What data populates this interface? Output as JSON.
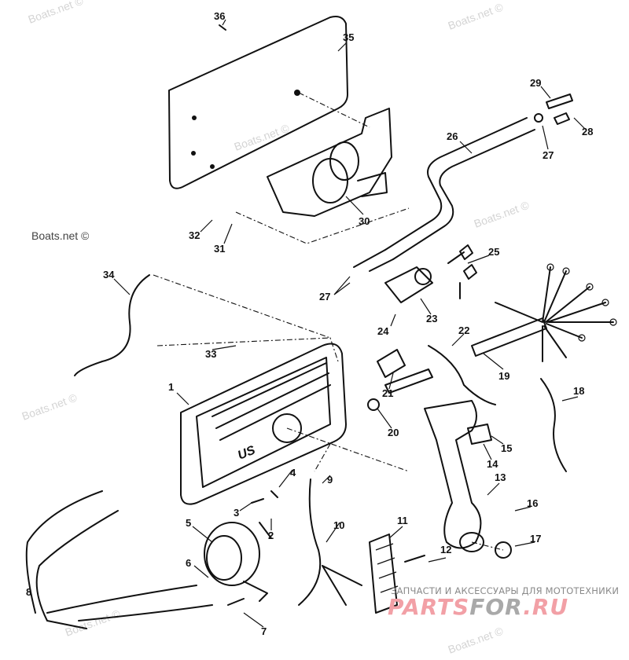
{
  "callouts": [
    {
      "n": "36"
    },
    {
      "n": "35"
    },
    {
      "n": "29"
    },
    {
      "n": "28"
    },
    {
      "n": "26"
    },
    {
      "n": "27"
    },
    {
      "n": "30"
    },
    {
      "n": "32"
    },
    {
      "n": "31"
    },
    {
      "n": "25"
    },
    {
      "n": "34"
    },
    {
      "n": "27"
    },
    {
      "n": "23"
    },
    {
      "n": "24"
    },
    {
      "n": "22"
    },
    {
      "n": "33"
    },
    {
      "n": "19"
    },
    {
      "n": "1"
    },
    {
      "n": "21"
    },
    {
      "n": "18"
    },
    {
      "n": "20"
    },
    {
      "n": "15"
    },
    {
      "n": "14"
    },
    {
      "n": "9"
    },
    {
      "n": "13"
    },
    {
      "n": "4"
    },
    {
      "n": "3"
    },
    {
      "n": "16"
    },
    {
      "n": "10"
    },
    {
      "n": "11"
    },
    {
      "n": "2"
    },
    {
      "n": "5"
    },
    {
      "n": "17"
    },
    {
      "n": "12"
    },
    {
      "n": "6"
    },
    {
      "n": "8"
    },
    {
      "n": "7"
    }
  ],
  "watermark": "Boats.net ©",
  "control_box_logo": "US",
  "banner": {
    "subtitle": "ЗАПЧАСТИ И АКСЕССУАРЫ ДЛЯ МОТОТЕХНИКИ",
    "logo_part1": "PARTS",
    "logo_part2": "FOR",
    "logo_part3": ".RU"
  }
}
